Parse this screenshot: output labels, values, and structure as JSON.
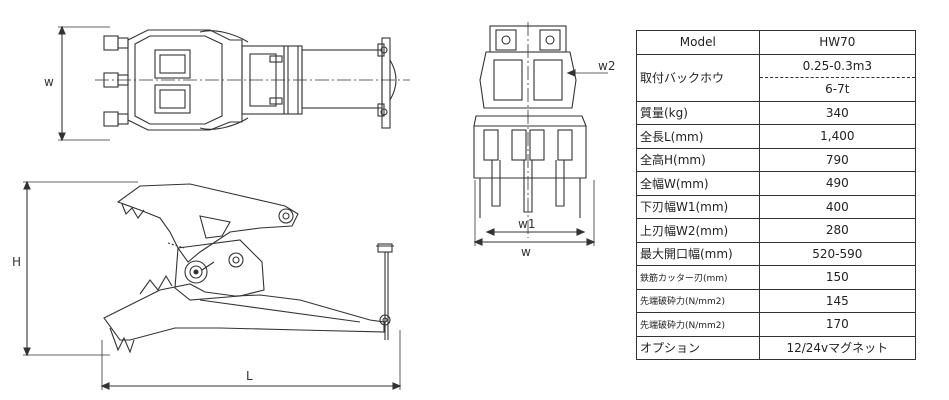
{
  "drawing": {
    "dims": {
      "w_top": "w",
      "h_side": "H",
      "l_side": "L",
      "w2_front": "w2",
      "w1_front": "w1",
      "w_front": "w"
    }
  },
  "spec": {
    "header": {
      "label": "Model",
      "value": "HW70"
    },
    "excavator": {
      "label": "取付バックホウ",
      "bucket": "0.25-0.3m3",
      "weight_class": "6-7t"
    },
    "rows": [
      {
        "label": "質量(kg)",
        "value": "340"
      },
      {
        "label": "全長L(mm)",
        "value": "1,400"
      },
      {
        "label": "全高H(mm)",
        "value": "790"
      },
      {
        "label": "全幅W(mm)",
        "value": "490"
      },
      {
        "label": "下刃幅W1(mm)",
        "value": "400"
      },
      {
        "label": "上刃幅W2(mm)",
        "value": "280"
      },
      {
        "label": "最大開口幅(mm)",
        "value": "520-590"
      },
      {
        "label": "鉄筋カッター刃(mm)",
        "value": "150",
        "small": true
      },
      {
        "label": "先端破砕力(N/mm2)",
        "value": "145",
        "small": true
      },
      {
        "label": "先端破砕力(N/mm2)",
        "value": "170",
        "small": true
      },
      {
        "label": "オプション",
        "value": "12/24vマグネット"
      }
    ]
  }
}
